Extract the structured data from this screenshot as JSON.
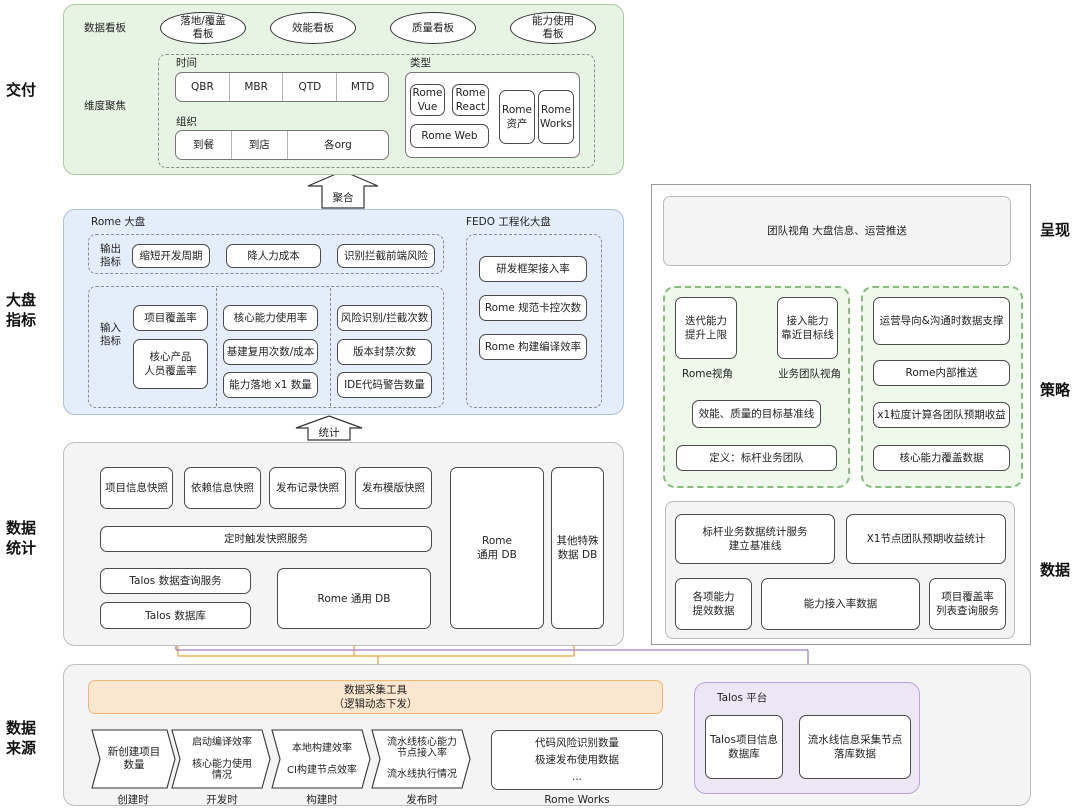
{
  "sections": {
    "delivery": "交付",
    "dashboard": "大盘\n指标",
    "stats": "数据\n统计",
    "source": "数据\n来源",
    "present": "呈现",
    "strategy": "策略",
    "data": "数据"
  },
  "delivery_zone": {
    "boards_label": "数据看板",
    "boards": [
      "落地/覆盖\n看板",
      "效能看板",
      "质量看板",
      "能力使用\n看板"
    ],
    "dim_label": "维度聚焦",
    "time_label": "时间",
    "time_items": [
      "QBR",
      "MBR",
      "QTD",
      "MTD"
    ],
    "org_label": "组织",
    "org_items": [
      "到餐",
      "到店",
      "各org"
    ],
    "type_label": "类型",
    "type_items": [
      "Rome\nVue",
      "Rome\nReact",
      "Rome\n资产",
      "Rome\nWorks",
      "Rome Web"
    ]
  },
  "arrows": {
    "aggregate": "聚合",
    "stat": "统计"
  },
  "dashboard_zone": {
    "rome_title": "Rome 大盘",
    "output_label": "输出\n指标",
    "outputs": [
      "缩短开发周期",
      "降人力成本",
      "识别拦截前端风险"
    ],
    "input_label": "输入\n指标",
    "inputs_col1": [
      "项目覆盖率",
      "核心产品\n人员覆盖率"
    ],
    "inputs_col2": [
      "核心能力使用率",
      "基建复用次数/成本",
      "能力落地 x1 数量"
    ],
    "inputs_col3": [
      "风险识别/拦截次数",
      "版本封禁次数",
      "IDE代码警告数量"
    ],
    "fedo_title": "FEDO 工程化大盘",
    "fedo_items": [
      "研发框架接入率",
      "Rome 规范卡控次数",
      "Rome 构建编译效率"
    ]
  },
  "stats_zone": {
    "snapshots": [
      "项目信息快照",
      "依赖信息快照",
      "发布记录快照",
      "发布模版快照"
    ],
    "timer": "定时触发快照服务",
    "talos_query": "Talos 数据查询服务",
    "talos_db": "Talos 数据库",
    "rome_db_inner": "Rome  通用 DB",
    "rome_db": "Rome\n通用 DB",
    "other_db": "其他特殊\n数据 DB"
  },
  "source_zone": {
    "collector": "数据采集工具\n（逻辑动态下发）",
    "stages": [
      {
        "text": "新创建项目\n数量",
        "caption": "创建时"
      },
      {
        "text": "启动编译效率\n\n核心能力使用\n情况",
        "caption": "开发时"
      },
      {
        "text": "本地构建效率\n\nCI构建节点效率",
        "caption": "构建时"
      },
      {
        "text": "流水线核心能力\n节点接入率\n\n流水线执行情况",
        "caption": "发布时"
      }
    ],
    "rome_works": [
      "代码风险识别数量",
      "极速发布使用数据",
      "..."
    ],
    "rome_works_caption": "Rome Works",
    "talos_title": "Talos 平台",
    "talos_items": [
      "Talos项目信息\n数据库",
      "流水线信息采集节点\n落库数据"
    ]
  },
  "right_zone": {
    "present": "团队视角 大盘信息、运营推送",
    "left_strategy": {
      "top_left": "迭代能力\n提升上限",
      "top_right": "接入能力\n靠近目标线",
      "label_left": "Rome视角",
      "label_right": "业务团队视角",
      "baseline": "效能、质量的目标基准线",
      "define": "定义：标杆业务团队"
    },
    "right_strategy": [
      "运营导向&沟通时数据支撑",
      "Rome内部推送",
      "x1粒度计算各团队预期收益",
      "核心能力覆盖数据"
    ],
    "data_items": [
      "标杆业务数据统计服务\n建立基准线",
      "X1节点团队预期收益统计",
      "各项能力\n提效数据",
      "能力接入率数据",
      "项目覆盖率\n列表查询服务"
    ]
  },
  "colors": {
    "green": "#e7f3e3",
    "blue": "#e4eefb",
    "orange": "#f5a623",
    "purple": "#9b7fc2"
  }
}
